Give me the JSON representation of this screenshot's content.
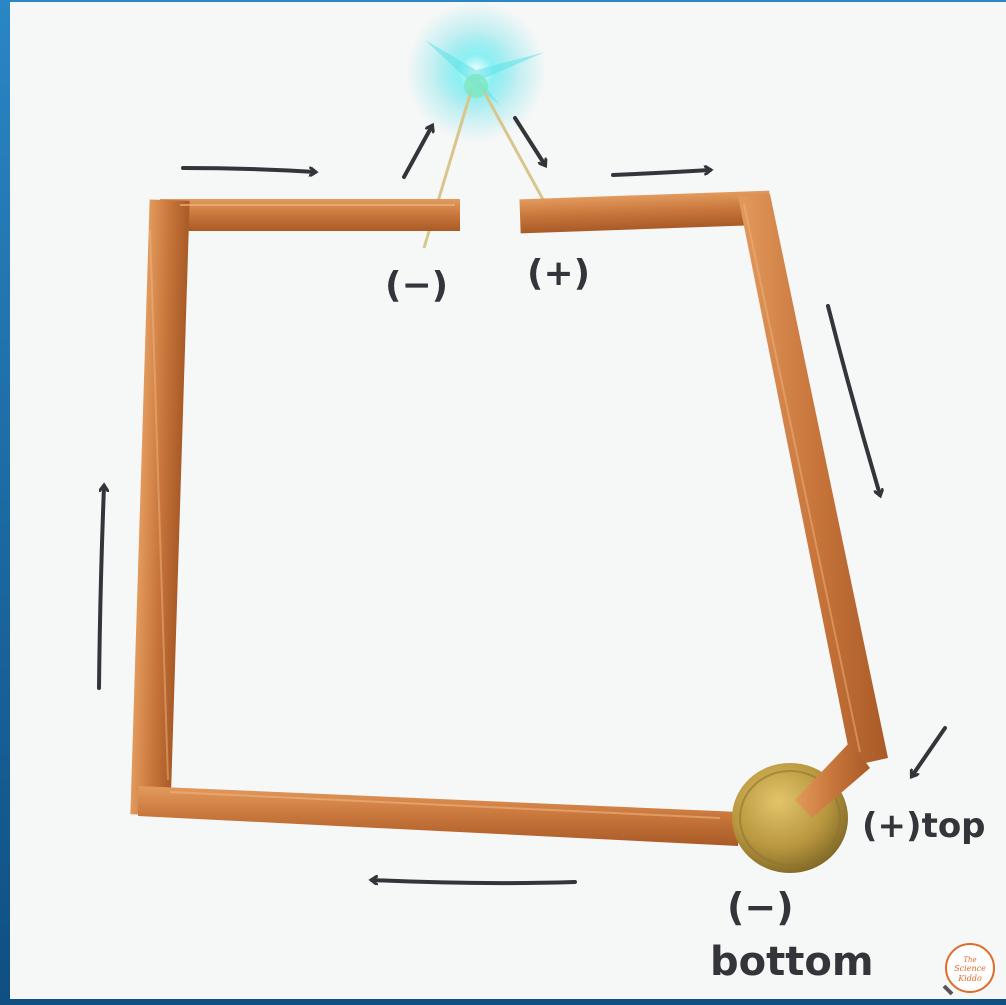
{
  "photo": {
    "labels": {
      "led_negative": "(−)",
      "led_positive": "(+)",
      "battery_top": "(+)top",
      "battery_bottom_sign": "(−)",
      "battery_bottom_word": "bottom"
    },
    "logo_text": "The Science Kiddo",
    "colors": {
      "frame": "#1d6fa8",
      "paper": "#f7f8f8",
      "copper": "#c8763c",
      "copper_highlight": "#e8a36a",
      "battery": "#b8973f",
      "marker": "#33353a",
      "led_glow": "#5fe1e8"
    }
  }
}
